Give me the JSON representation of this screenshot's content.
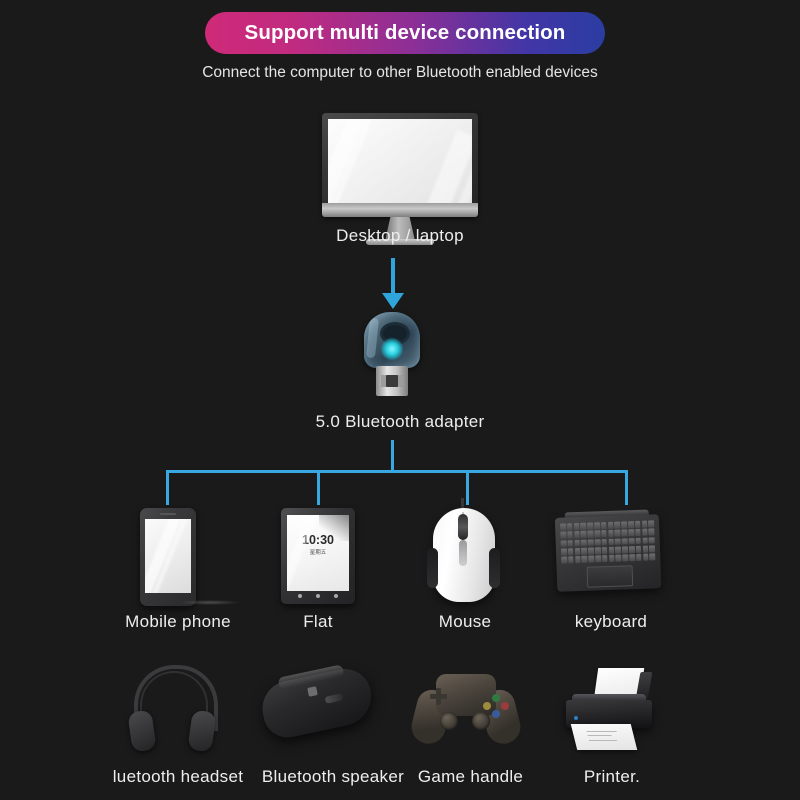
{
  "header": {
    "banner_title": "Support multi device connection",
    "subtitle": "Connect the computer to other Bluetooth enabled devices"
  },
  "colors": {
    "background": "#1a1a1a",
    "banner_gradient_start": "#cf2a78",
    "banner_gradient_end": "#2a3da2",
    "connector_blue": "#3aa8e0",
    "arrow_blue": "#2fa6db",
    "text": "#efeded"
  },
  "diagram": {
    "source": {
      "label": "Desktop / laptop",
      "icon": "desktop-monitor-icon"
    },
    "arrow": {
      "icon": "arrow-down-icon",
      "direction": "down"
    },
    "hub": {
      "label": "5.0 Bluetooth adapter",
      "icon": "usb-bluetooth-adapter-icon"
    },
    "tablet_screen": {
      "time": "10:30",
      "date": "星期五"
    },
    "row1": [
      {
        "label": "Mobile phone",
        "icon": "smartphone-icon"
      },
      {
        "label": "Flat",
        "icon": "tablet-icon"
      },
      {
        "label": "Mouse",
        "icon": "computer-mouse-icon"
      },
      {
        "label": "keyboard",
        "icon": "keyboard-icon"
      }
    ],
    "row2": [
      {
        "label": "luetooth headset",
        "icon": "headphones-icon"
      },
      {
        "label": "Bluetooth speaker",
        "icon": "portable-speaker-icon"
      },
      {
        "label": "Game handle",
        "icon": "gamepad-icon"
      },
      {
        "label": "Printer.",
        "icon": "printer-icon"
      }
    ]
  }
}
